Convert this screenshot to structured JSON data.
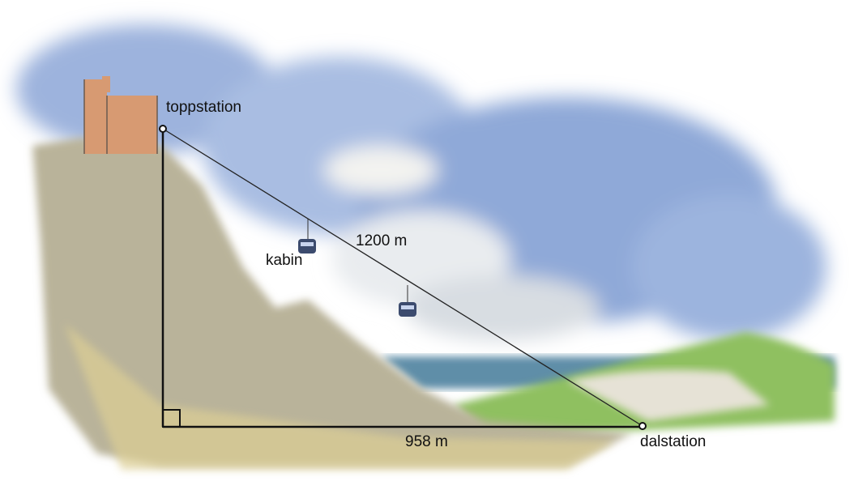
{
  "labels": {
    "top_station": "toppstation",
    "cabin": "kabin",
    "cable_length": "1200 m",
    "horizontal_distance": "958 m",
    "bottom_station": "dalstation"
  },
  "colors": {
    "sky": "#8fa9d8",
    "rock": "#b9b39a",
    "grass": "#8fc060",
    "sea": "#5f8ea8",
    "building": "#d79a72",
    "line": "#111111"
  }
}
